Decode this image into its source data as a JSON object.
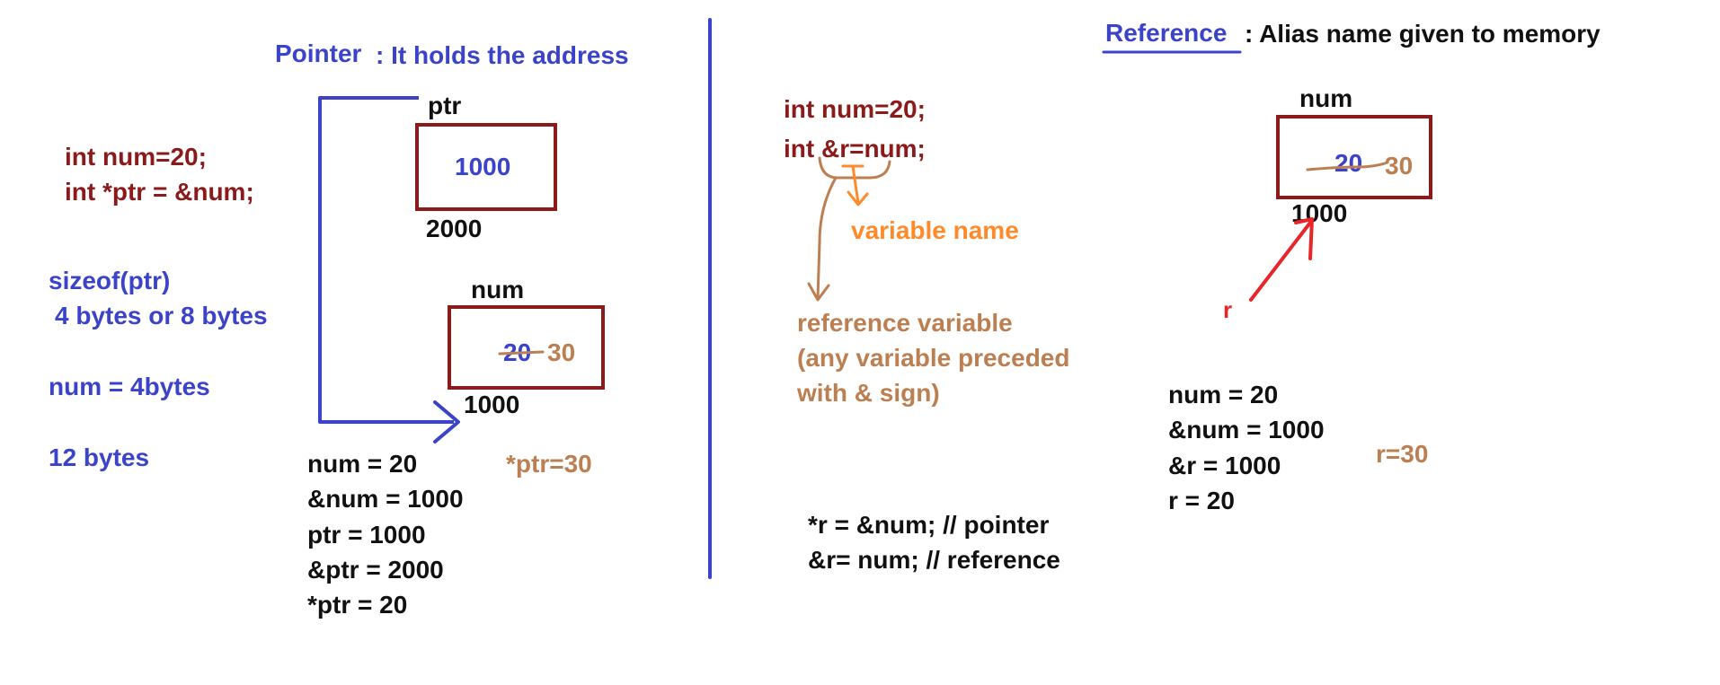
{
  "colors": {
    "blue": "#3b43c8",
    "maroon": "#8b1a1a",
    "black": "#111111",
    "tan": "#bc7f52",
    "orange": "#ff8a2a",
    "red": "#e8262a"
  },
  "pointer": {
    "heading": "Pointer",
    "heading_desc": ": It holds the address",
    "code_line1": "int num=20;",
    "code_line2": "int *ptr = &num;",
    "sizeof_line1": "sizeof(ptr)",
    "sizeof_line2": "4 bytes or 8 bytes",
    "num_size": "num = 4bytes",
    "total": "12 bytes",
    "ptr_label": "ptr",
    "ptr_box_value": "1000",
    "ptr_address": "2000",
    "num_label": "num",
    "num_old_value": "20",
    "num_new_value": "30",
    "num_address": "1000",
    "values": [
      "num = 20",
      "&num = 1000",
      "ptr = 1000",
      "&ptr = 2000",
      "*ptr = 20"
    ],
    "deref_assign": "*ptr=30"
  },
  "reference": {
    "heading": "Reference",
    "heading_desc": ": Alias name given to memory",
    "code_line1": "int num=20;",
    "code_line2": "int &r=num;",
    "variable_name_note": "variable name",
    "ref_note_line1": "reference variable",
    "ref_note_line2": "(any variable preceded",
    "ref_note_line3": "with & sign)",
    "compare_line1": "*r = &num; // pointer",
    "compare_line2": "&r= num; // reference",
    "num_label": "num",
    "num_old_value": "20",
    "num_new_value": "30",
    "num_address": "1000",
    "r_label": "r",
    "values": [
      "num = 20",
      "&num = 1000",
      "&r = 1000",
      "r = 20"
    ],
    "assign": "r=30"
  }
}
